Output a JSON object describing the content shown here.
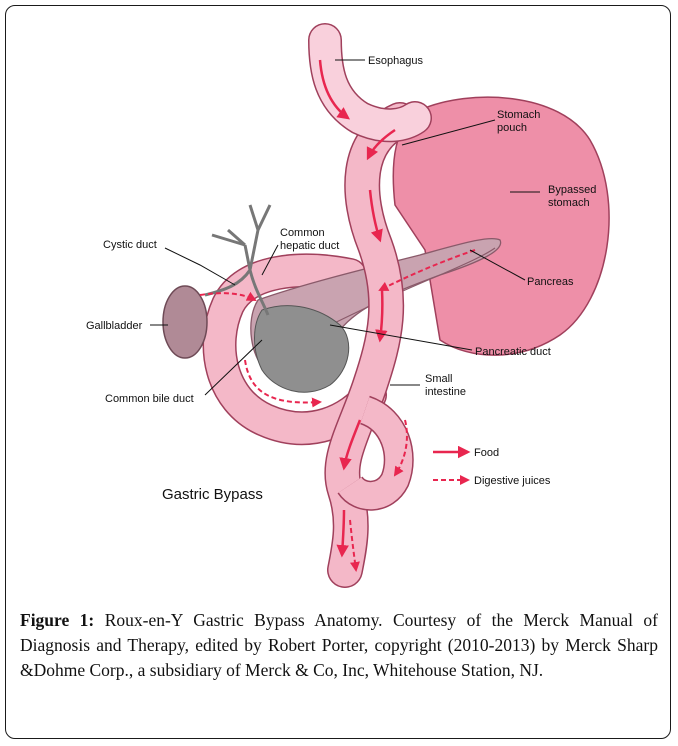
{
  "figure": {
    "diagram_title": "Gastric Bypass",
    "labels": {
      "esophagus": "Esophagus",
      "stomach_pouch_1": "Stomach",
      "stomach_pouch_2": "pouch",
      "bypassed_1": "Bypassed",
      "bypassed_2": "stomach",
      "cystic_duct": "Cystic duct",
      "common_hepatic_1": "Common",
      "common_hepatic_2": "hepatic duct",
      "pancreas": "Pancreas",
      "gallbladder": "Gallbladder",
      "pancreatic_duct": "Pancreatic duct",
      "small_intestine_1": "Small",
      "small_intestine_2": "intestine",
      "common_bile_duct": "Common bile duct"
    },
    "legend": {
      "food": "Food",
      "digestive_juices": "Digestive juices"
    },
    "colors": {
      "intestine": "#f4b8c8",
      "stomach": "#ee8fa8",
      "pancreas": "#c9a3b0",
      "gallbladder": "#b08a96",
      "duodenal_loop": "#8f8f8f",
      "arrow": "#e8264f"
    }
  },
  "caption": {
    "label": "Figure 1:",
    "text": " Roux-en-Y Gastric Bypass Anatomy. Courtesy of the Merck Manual of Diagnosis and Therapy, edited by Robert Porter, copyright (2010-2013) by Merck Sharp &Dohme Corp., a subsidiary of Merck & Co, Inc, Whitehouse Station, NJ."
  }
}
